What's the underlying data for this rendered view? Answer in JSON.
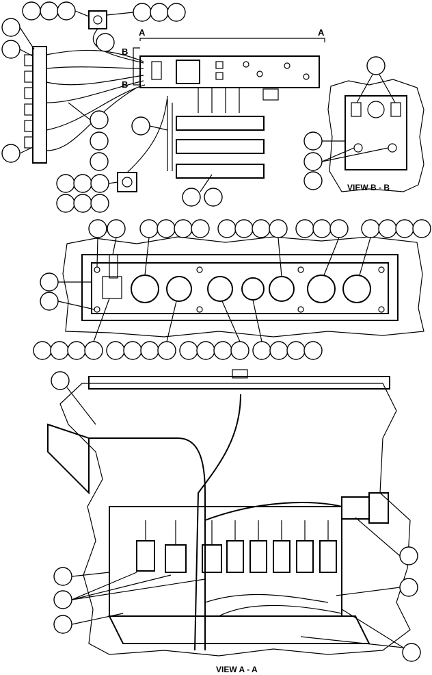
{
  "figure": {
    "section_marks": {
      "a_left": "A",
      "a_right": "A",
      "b_top": "B",
      "b_bottom": "B"
    },
    "view_titles": {
      "view_b": "VIEW B - B",
      "view_a": "VIEW A - A"
    }
  },
  "colors": {
    "ink": "#000000",
    "paper": "#ffffff"
  }
}
